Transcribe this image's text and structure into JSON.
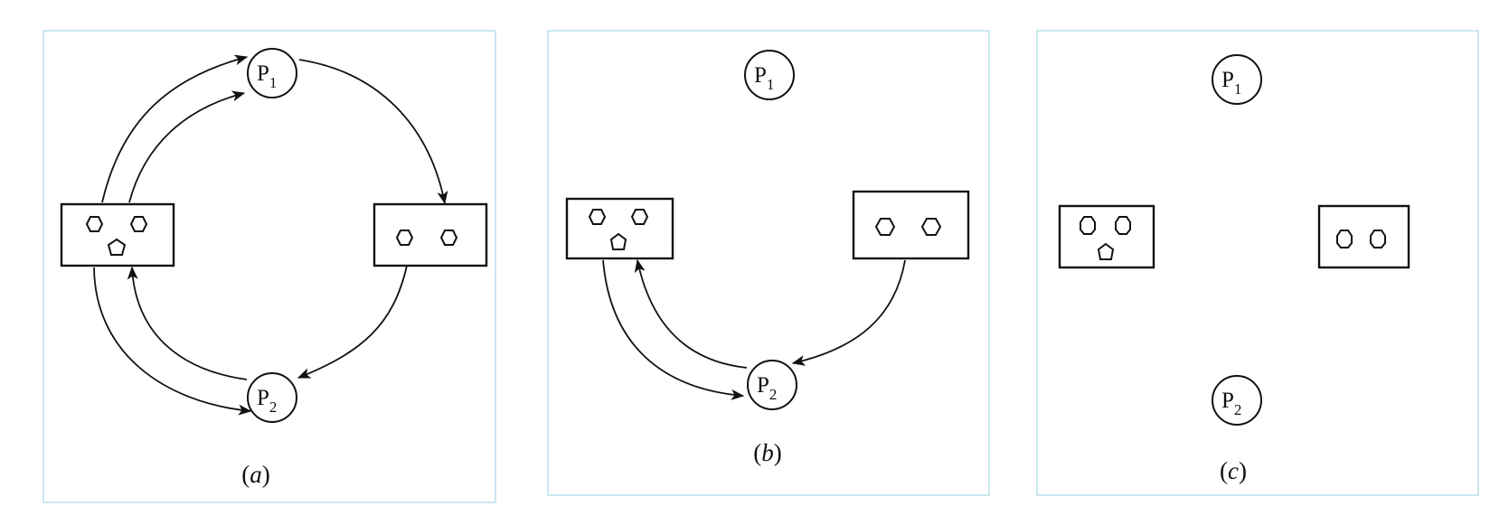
{
  "panels": [
    {
      "caption_open": "(",
      "caption_letter": "a",
      "caption_close": ")",
      "nodes": [
        {
          "label": "P",
          "subscript": "1"
        },
        {
          "label": "P",
          "subscript": "2"
        }
      ],
      "boxes": [
        {
          "tokens": 3
        },
        {
          "tokens": 2
        }
      ]
    },
    {
      "caption_open": "(",
      "caption_letter": "b",
      "caption_close": ")",
      "nodes": [
        {
          "label": "P",
          "subscript": "1"
        },
        {
          "label": "P",
          "subscript": "2"
        }
      ],
      "boxes": [
        {
          "tokens": 3
        },
        {
          "tokens": 2
        }
      ]
    },
    {
      "caption_open": "(",
      "caption_letter": "c",
      "caption_close": ")",
      "nodes": [
        {
          "label": "P",
          "subscript": "1"
        },
        {
          "label": "P",
          "subscript": "2"
        }
      ],
      "boxes": [
        {
          "tokens": 3
        },
        {
          "tokens": 2
        }
      ]
    }
  ]
}
